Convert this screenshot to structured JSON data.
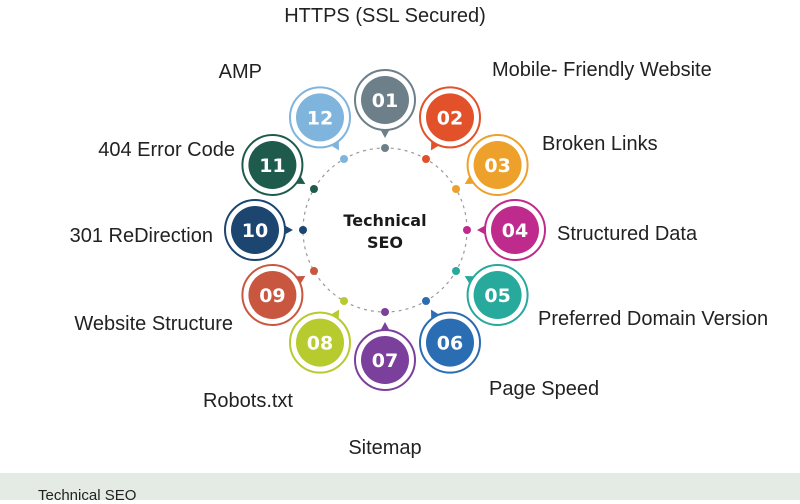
{
  "center": {
    "line1": "Technical",
    "line2": "SEO"
  },
  "items": [
    {
      "num": "01",
      "label": "HTTPS (SSL Secured)",
      "color": "#6d7f88"
    },
    {
      "num": "02",
      "label": "Mobile- Friendly Website",
      "color": "#e3512a"
    },
    {
      "num": "03",
      "label": "Broken Links",
      "color": "#eea12a"
    },
    {
      "num": "04",
      "label": "Structured Data",
      "color": "#bf2b8c"
    },
    {
      "num": "05",
      "label": "Preferred Domain Version",
      "color": "#27a99b"
    },
    {
      "num": "06",
      "label": "Page Speed",
      "color": "#2b6db3"
    },
    {
      "num": "07",
      "label": "Sitemap",
      "color": "#7b3f9c"
    },
    {
      "num": "08",
      "label": "Robots.txt",
      "color": "#b7ca2e"
    },
    {
      "num": "09",
      "label": "Website Structure",
      "color": "#c9573f"
    },
    {
      "num": "10",
      "label": "301 ReDirection",
      "color": "#1c4670"
    },
    {
      "num": "11",
      "label": "404 Error Code",
      "color": "#1f5b4d"
    },
    {
      "num": "12",
      "label": "AMP",
      "color": "#7fb4dd"
    }
  ],
  "footer": {
    "text": "Technical SEO"
  }
}
